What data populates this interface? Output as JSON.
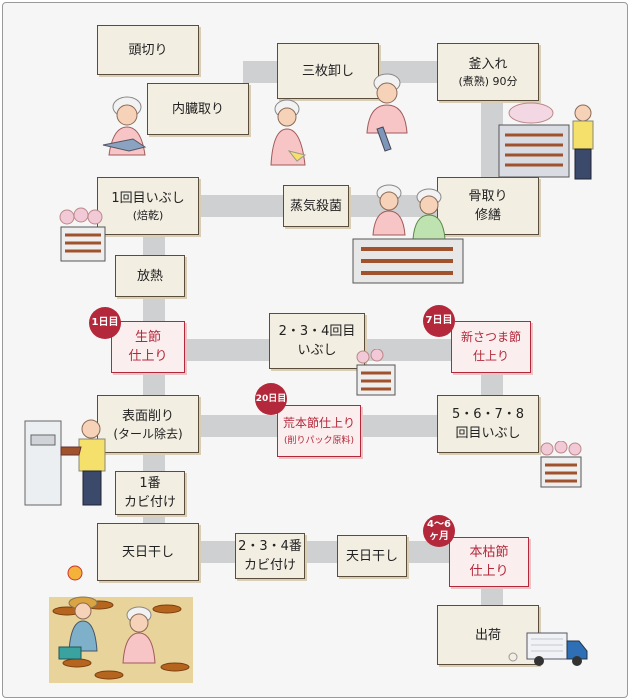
{
  "steps": {
    "head_cut": "頭切り",
    "gut_removal": "内臓取り",
    "fillet": "三枚卸し",
    "kettle_line1": "釜入れ",
    "kettle_line2": "(煮熟) 90分",
    "smoke1_line1": "1回目いぶし",
    "smoke1_line2": "(焙乾)",
    "steam": "蒸気殺菌",
    "bone_line1": "骨取り",
    "bone_line2": "修繕",
    "cool": "放熱",
    "namabushi_line1": "生節",
    "namabushi_line2": "仕上り",
    "smoke234_line1": "2・3・4回目",
    "smoke234_line2": "いぶし",
    "shinsatsuma_line1": "新さつま節",
    "shinsatsuma_line2": "仕上り",
    "surface_line1": "表面削り",
    "surface_line2": "(タール除去)",
    "arabushi_line1": "荒本節仕上り",
    "arabushi_line2": "(削りパック原料)",
    "smoke5678_line1": "5・6・7・8",
    "smoke5678_line2": "回目いぶし",
    "mold1_line1": "1番",
    "mold1_line2": "カビ付け",
    "sundry1": "天日干し",
    "mold234_line1": "2・3・4番",
    "mold234_line2": "カビ付け",
    "sundry2": "天日干し",
    "honkarebushi_line1": "本枯節",
    "honkarebushi_line2": "仕上り",
    "ship": "出荷"
  },
  "badges": {
    "day1": "1日目",
    "day7": "7日目",
    "day20": "20日目",
    "month_line1": "4〜6",
    "month_line2": "ヶ月"
  },
  "colors": {
    "box_fill": "#f3eee2",
    "box_border": "#5a4d3c",
    "highlight_border": "#b3283a",
    "highlight_fill": "#fbeeee",
    "connector": "#cfd0d2",
    "badge": "#b3283a"
  }
}
